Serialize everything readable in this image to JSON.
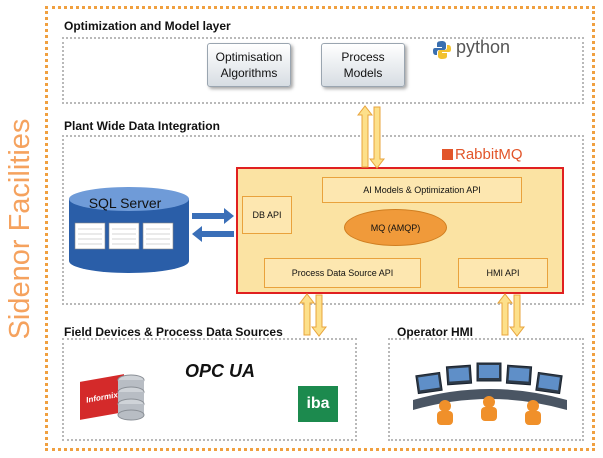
{
  "side_title": "Sidenor Facilities",
  "layers": {
    "optimization": {
      "title": "Optimization and Model layer",
      "boxes": [
        "Optimisation Algorithms",
        "Process Models"
      ],
      "python_logo": "python"
    },
    "integration": {
      "title": "Plant Wide Data Integration",
      "rabbitmq_logo": "RabbitMQ",
      "sql_server": "SQL Server",
      "core": {
        "ai_api": "AI Models & Optimization API",
        "db_api": "DB API",
        "mq": "MQ (AMQP)",
        "process_api": "Process Data Source API",
        "hmi_api": "HMI API"
      }
    },
    "field": {
      "title": "Field Devices & Process Data Sources",
      "informix_logo": "Informix",
      "opc_logo": "OPC UA",
      "iba_logo": "iba"
    },
    "hmi": {
      "title": "Operator HMI"
    }
  },
  "colors": {
    "accent_orange": "#f5a25e",
    "core_border": "#e02020",
    "core_fill": "#fbe3a3",
    "mq_fill": "#f09a3a",
    "rabbit": "#e2552a",
    "sql_blue": "#2a5ea8"
  }
}
